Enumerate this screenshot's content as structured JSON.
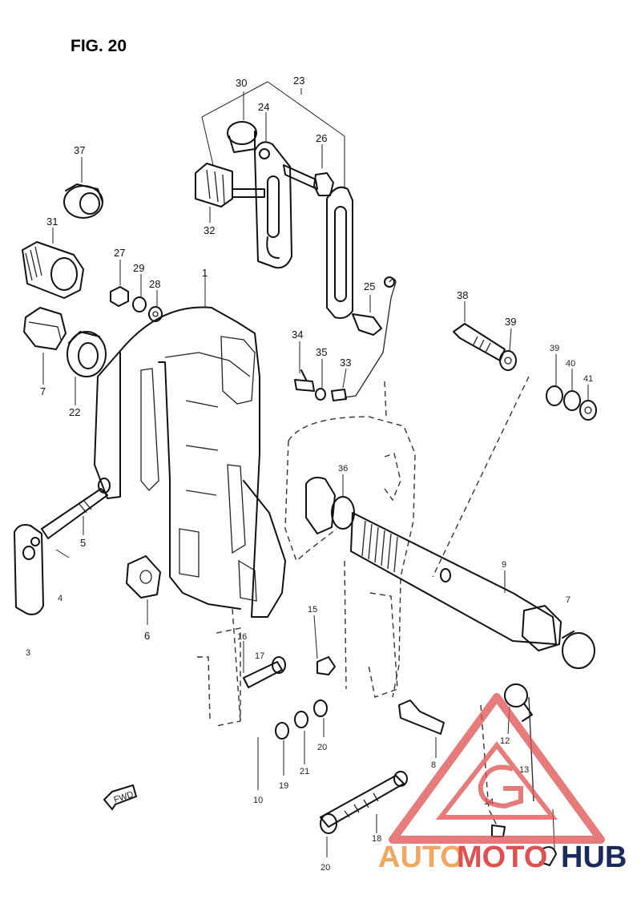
{
  "figure": {
    "title": "FIG. 20"
  },
  "fwd_label": "FWD",
  "watermark": {
    "part1": "AUTO",
    "part2": "MOTO",
    "part3": "HUB",
    "color1": "#f0a860",
    "color2": "#e05050",
    "color3": "#1a2a5a"
  },
  "callouts": {
    "p1": "1",
    "p3": "3",
    "p4": "4",
    "p5": "5",
    "p6": "6",
    "p7a": "7",
    "p7b": "7",
    "p8": "8",
    "p9": "9",
    "p10": "10",
    "p12": "12",
    "p13": "13",
    "p14": "14",
    "p15": "15",
    "p16": "16",
    "p17": "17",
    "p18": "18",
    "p19": "19",
    "p20a": "20",
    "p20b": "20",
    "p21": "21",
    "p22": "22",
    "p23": "23",
    "p24": "24",
    "p25": "25",
    "p26": "26",
    "p27": "27",
    "p28": "28",
    "p29": "29",
    "p30": "30",
    "p31": "31",
    "p32": "32",
    "p33": "33",
    "p34": "34",
    "p35": "35",
    "p36": "36",
    "p37": "37",
    "p38": "38",
    "p39a": "39",
    "p39b": "39",
    "p40": "40",
    "p41": "41"
  }
}
